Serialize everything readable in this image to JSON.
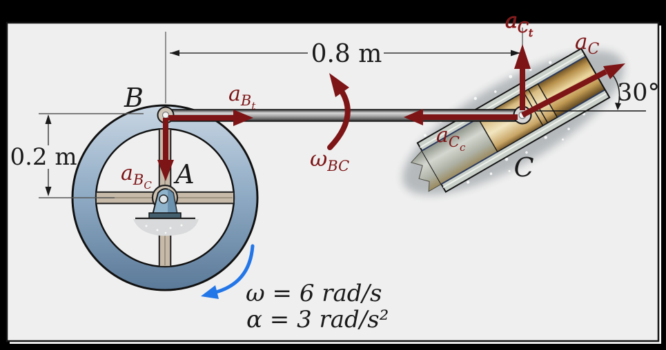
{
  "scene": {
    "kind": "rigid-body kinematics diagram: flywheel with connecting rod BC and inclined piston C",
    "panel_bg": "#efefef",
    "frame_bg": "#000000"
  },
  "colors": {
    "acceleration_arrow": "#7d1416",
    "rotation_arrow": "#2276e8",
    "text": "#1a1a1a",
    "wheel_rim": "#8aa6c0",
    "spoke": "#c7baa9",
    "piston_gold": "#d9ba7c"
  },
  "labels": {
    "point_B": "B",
    "point_A": "A",
    "point_C": "C",
    "a_B_t": {
      "base": "a",
      "sub": "B",
      "subsub": "t"
    },
    "a_B_C": {
      "base": "a",
      "sub": "B",
      "subsub": "C"
    },
    "a_C_c": {
      "base": "a",
      "sub": "C",
      "subsub": "c"
    },
    "a_C_t": {
      "base": "a",
      "sub": "C",
      "subsub": "t"
    },
    "a_C": {
      "base": "a",
      "sub": "C"
    },
    "omega_BC": {
      "base": "ω",
      "sub": "BC"
    }
  },
  "dimensions": {
    "rod_length": "0.8 m",
    "wheel_radius": "0.2 m",
    "piston_angle": "30°"
  },
  "given": {
    "angular_velocity": "ω = 6 rad/s",
    "angular_acceleration": "α = 3 rad/s²"
  }
}
